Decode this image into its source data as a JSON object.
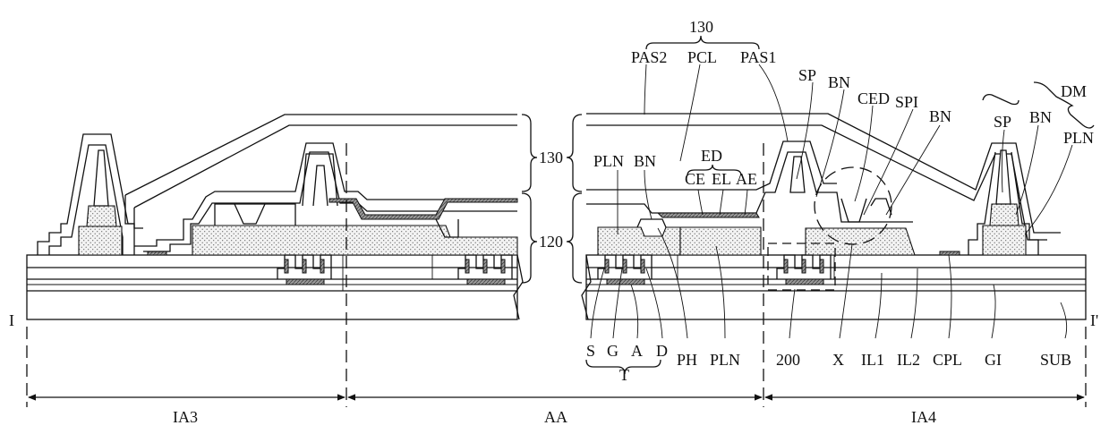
{
  "labels": {
    "i_left": "I",
    "i_right": "I'",
    "n130_top": "130",
    "pas2": "PAS2",
    "pcl": "PCL",
    "pas1": "PAS1",
    "sp1": "SP",
    "bn1": "BN",
    "ced": "CED",
    "spi": "SPI",
    "bn2": "BN",
    "dm": "DM",
    "sp2": "SP",
    "bn3": "BN",
    "pln_r": "PLN",
    "n130_side": "130",
    "n120_side": "120",
    "ed": "ED",
    "ce": "CE",
    "el": "EL",
    "ae": "AE",
    "pln_m": "PLN",
    "bn_m": "BN",
    "s": "S",
    "g": "G",
    "a": "A",
    "d": "D",
    "t": "T",
    "ph": "PH",
    "pln_b": "PLN",
    "n200": "200",
    "x": "X",
    "il1": "IL1",
    "il2": "IL2",
    "cpl": "CPL",
    "gi": "GI",
    "sub": "SUB",
    "ia3": "IA3",
    "aa": "AA",
    "ia4": "IA4"
  }
}
